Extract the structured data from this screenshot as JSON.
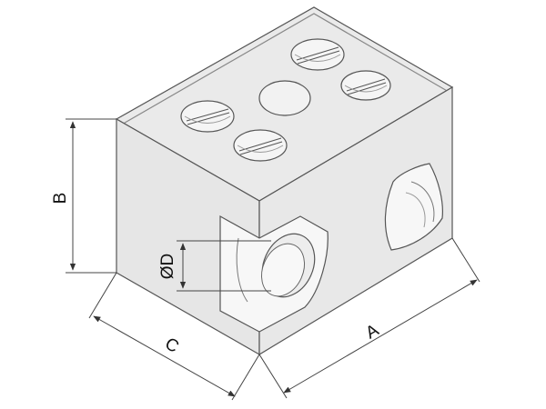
{
  "diagram": {
    "dimension_labels": {
      "a": "A",
      "b": "B",
      "c": "C",
      "d": "ØD"
    }
  }
}
